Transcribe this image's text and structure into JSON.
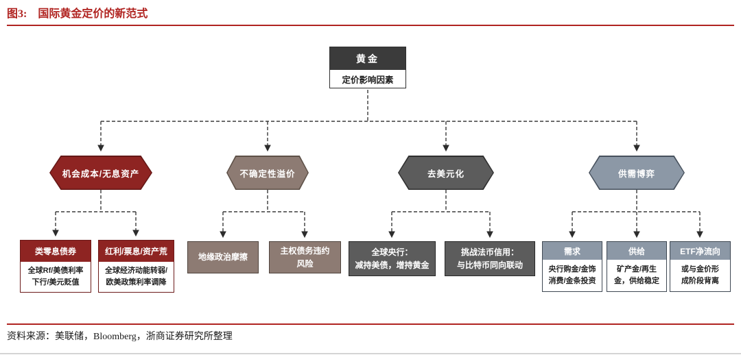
{
  "header": {
    "figure_label": "图3:",
    "title": "国际黄金定价的新范式"
  },
  "root": {
    "title": "黄金",
    "subtitle": "定价影响因素"
  },
  "branches": [
    {
      "label": "机会成本/无息资产",
      "children": [
        {
          "title": "类零息债券",
          "lines": [
            "全球Rf/美债利率",
            "下行/美元贬值"
          ]
        },
        {
          "title": "红利/票息/资产荒",
          "lines": [
            "全球经济动能转弱/",
            "欧美政策利率调降"
          ]
        }
      ]
    },
    {
      "label": "不确定性溢价",
      "children": [
        {
          "lines": [
            "地缘政治摩擦"
          ]
        },
        {
          "lines": [
            "主权债务违约",
            "风险"
          ]
        }
      ]
    },
    {
      "label": "去美元化",
      "children": [
        {
          "lines": [
            "全球央行：",
            "减持美债，增持黄金"
          ]
        },
        {
          "lines": [
            "挑战法币信用：",
            "与比特币同向联动"
          ]
        }
      ]
    },
    {
      "label": "供需博弈",
      "children": [
        {
          "title": "需求",
          "lines": [
            "央行购金/金饰",
            "消费/金条投资"
          ]
        },
        {
          "title": "供给",
          "lines": [
            "矿产金/再生",
            "金，供给稳定"
          ]
        },
        {
          "title": "ETF净流向",
          "lines": [
            "或与金价形",
            "成阶段背离"
          ]
        }
      ]
    }
  ],
  "footer": {
    "source": "资料来源：美联储，Bloomberg，浙商证券研究所整理"
  },
  "colors": {
    "accent_red": "#b02320",
    "root_dark": "#3b3b3b",
    "branch_red": "#8e2422",
    "branch_brown": "#8d7b73",
    "branch_gray": "#5c5c5c",
    "branch_bluegray": "#8c98a6"
  }
}
